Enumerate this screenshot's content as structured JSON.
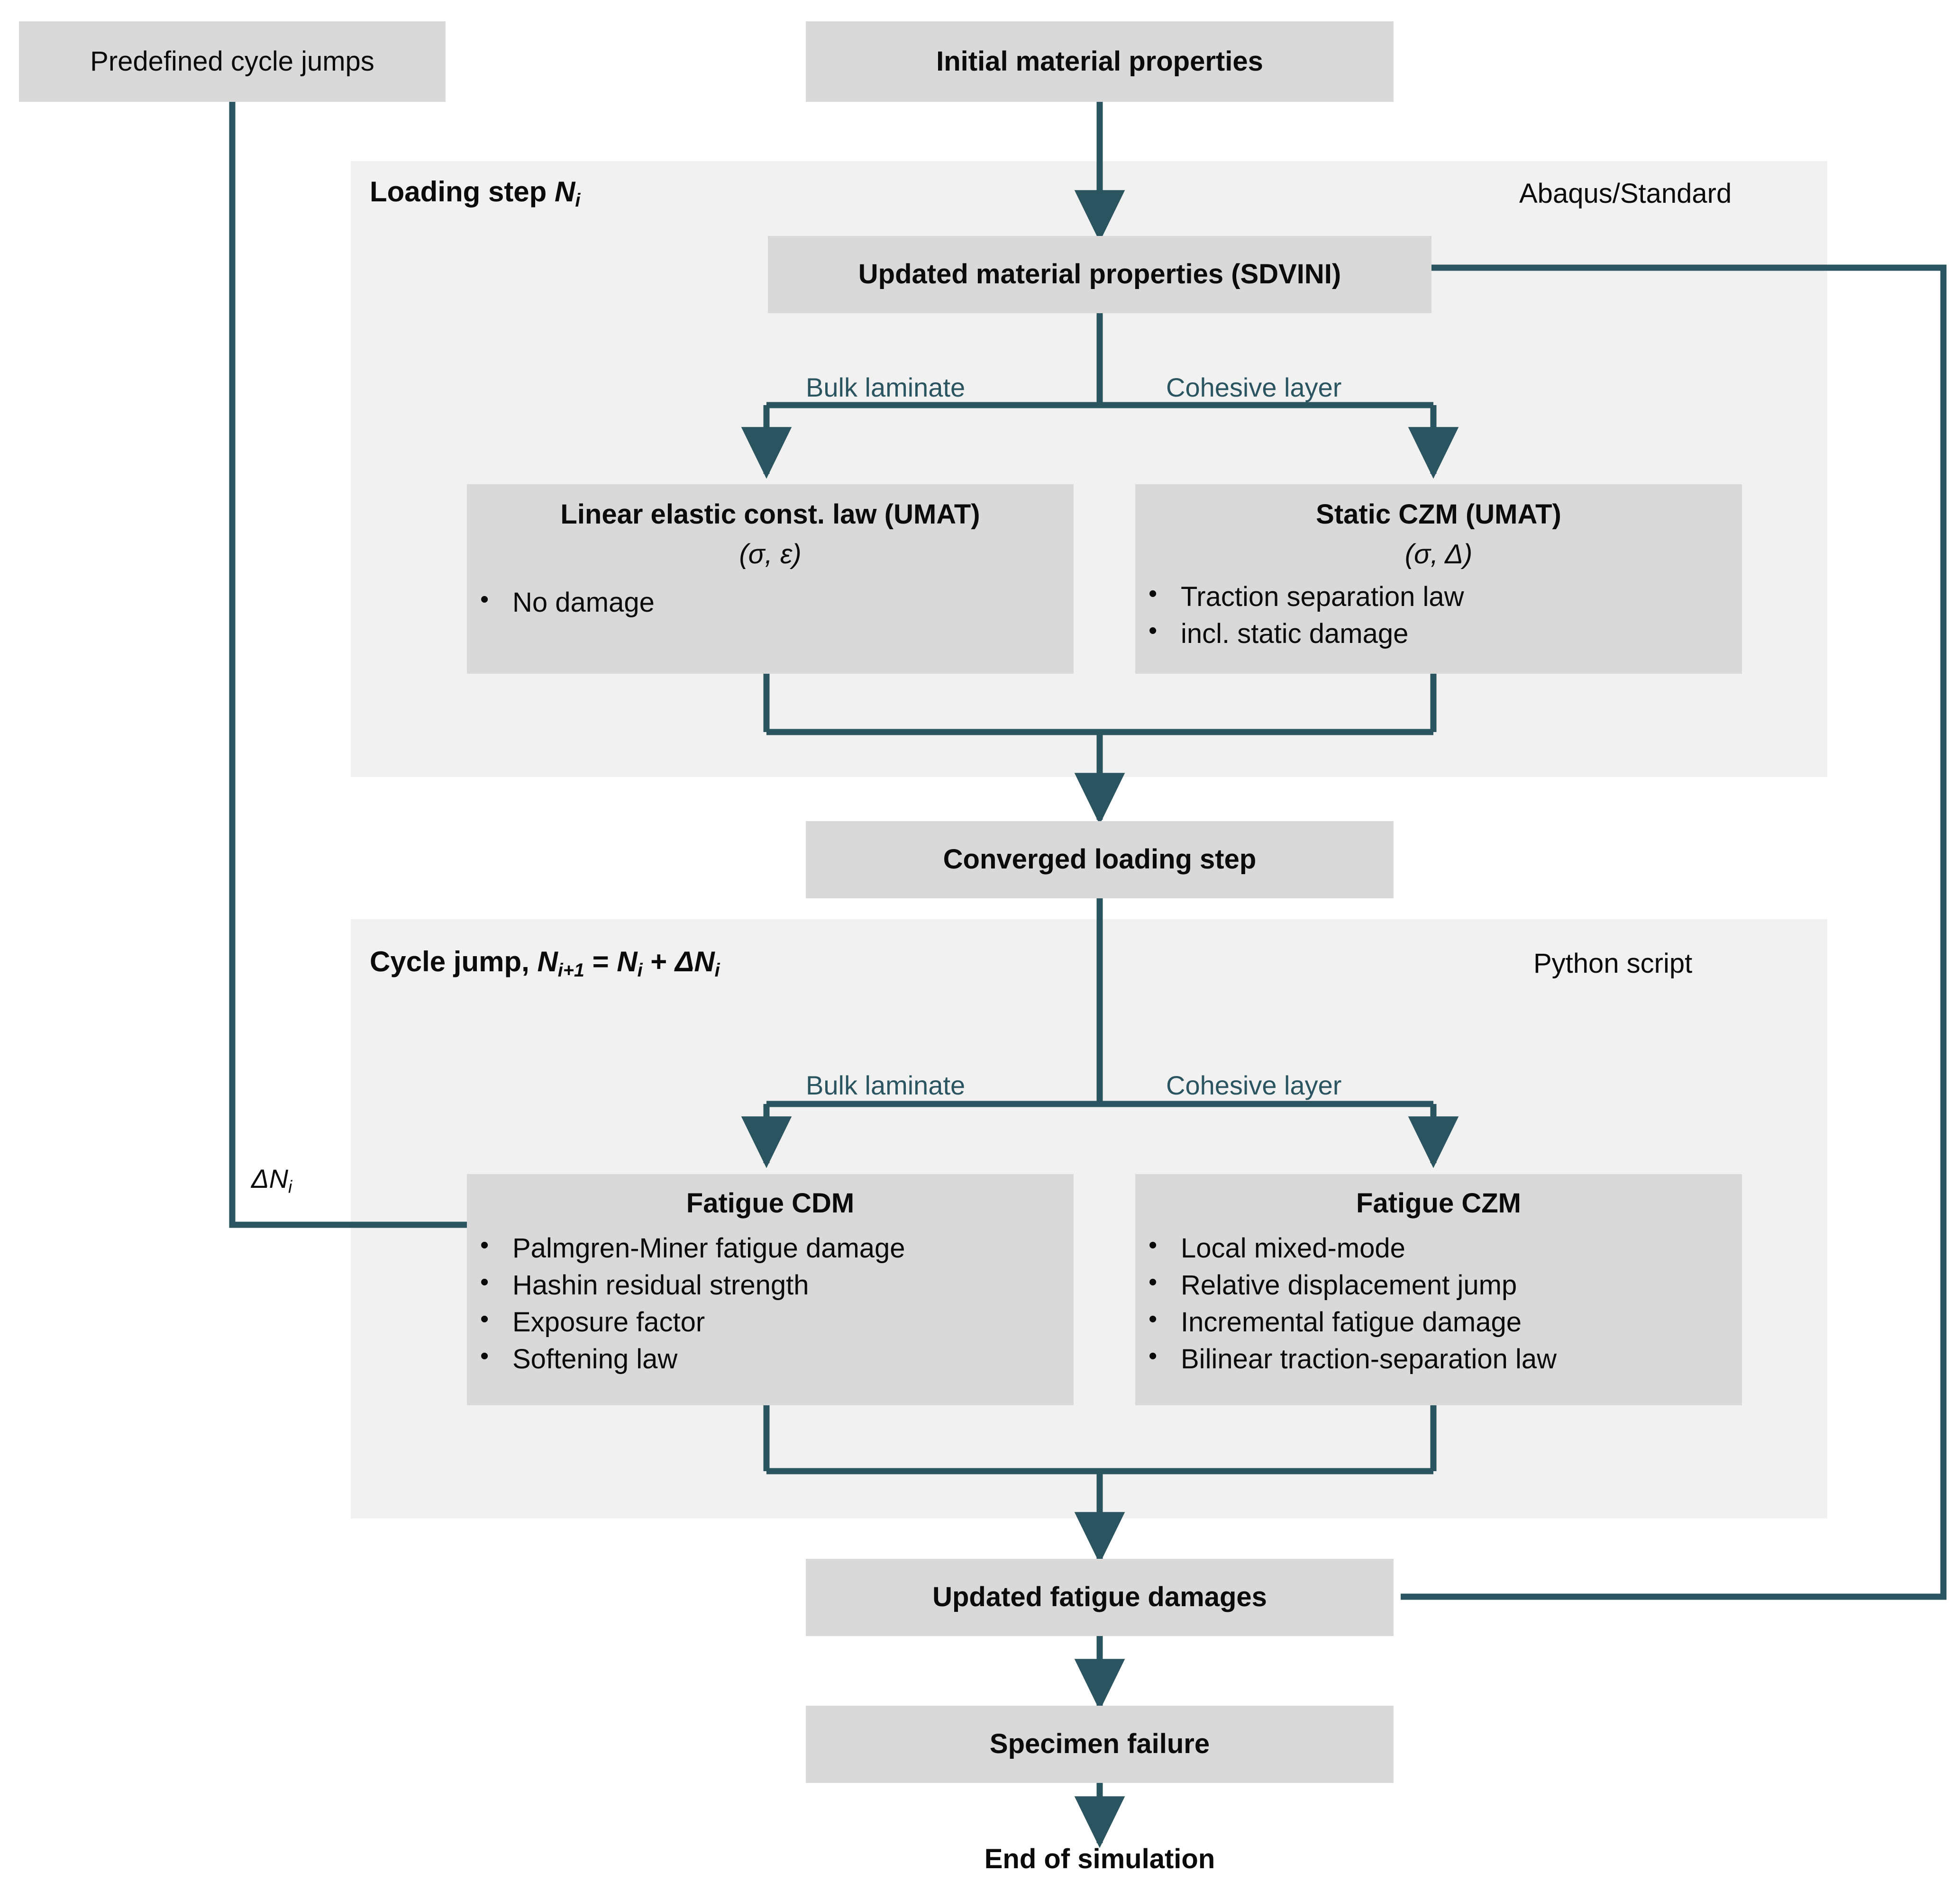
{
  "colors": {
    "accent": "#2a545f",
    "box_fill": "#d9d9d9",
    "panel_fill": "#f1f1f1",
    "text": "#0b0b0b",
    "page_bg": "#ffffff"
  },
  "nodes": {
    "predefined_cycle_jumps": "Predefined cycle jumps",
    "initial_material_properties": "Initial material properties",
    "updated_material_properties": "Updated material properties (SDVINI)",
    "converged_loading_step": "Converged loading step",
    "updated_fatigue_damages": "Updated fatigue damages",
    "specimen_failure": "Specimen failure",
    "end_of_simulation": "End of simulation"
  },
  "panels": {
    "loading_step": {
      "title_main": "Loading step ",
      "title_var": "N",
      "title_sub": "i",
      "side_label": "Abaqus/Standard",
      "branch_left": "Bulk laminate",
      "branch_right": "Cohesive layer"
    },
    "cycle_jump": {
      "title_main": "Cycle jump, ",
      "title_var1": "N",
      "title_sub1": "i+1",
      "title_eq": " = ",
      "title_var2": "N",
      "title_sub2": "i",
      "title_plus": " + ",
      "title_var3": "ΔN",
      "title_sub3": "i",
      "side_label": "Python script",
      "branch_left": "Bulk laminate",
      "branch_right": "Cohesive layer"
    }
  },
  "process_boxes": {
    "linear_elastic": {
      "title": "Linear elastic const. law (UMAT)",
      "subtitle": "(σ, ε)",
      "bullets": [
        "No damage"
      ]
    },
    "static_czm": {
      "title": "Static CZM (UMAT)",
      "subtitle": "(σ, Δ)",
      "bullets": [
        "Traction separation law",
        "incl. static damage"
      ]
    },
    "fatigue_cdm": {
      "title": "Fatigue CDM",
      "subtitle": "",
      "bullets": [
        "Palmgren-Miner fatigue damage",
        "Hashin residual strength",
        "Exposure factor",
        "Softening law"
      ]
    },
    "fatigue_czm": {
      "title": "Fatigue CZM",
      "subtitle": "",
      "bullets": [
        "Local mixed-mode",
        "Relative displacement jump",
        "Incremental fatigue damage",
        "Bilinear traction-separation law"
      ]
    }
  },
  "edge_labels": {
    "delta_n": "ΔN",
    "delta_n_sub": "i"
  }
}
